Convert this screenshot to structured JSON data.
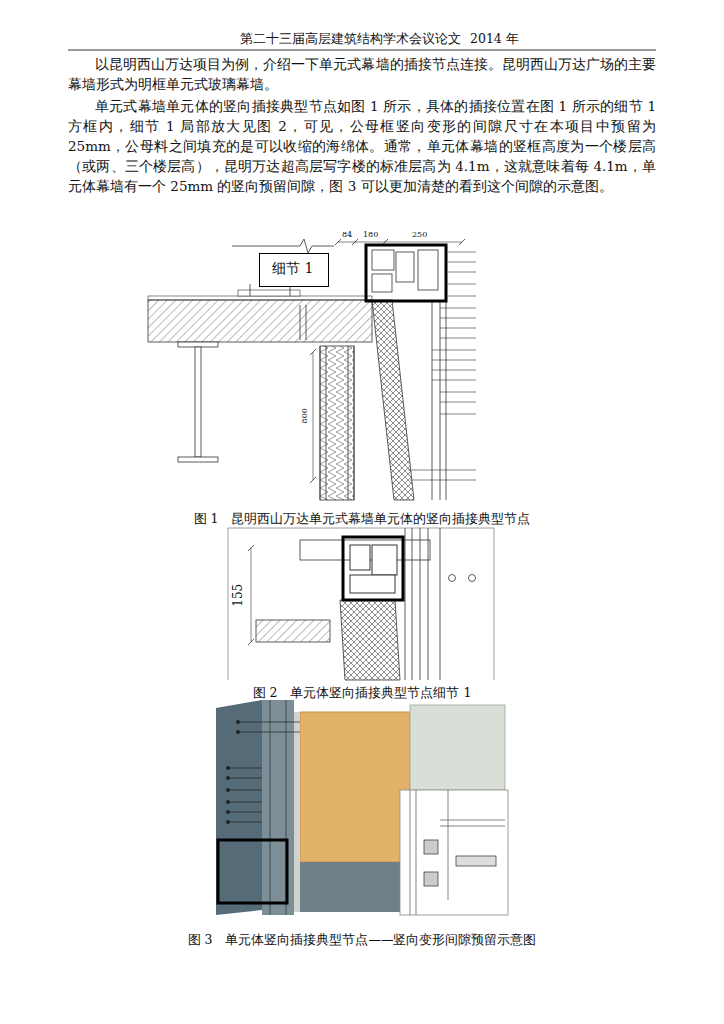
{
  "diagram": {
    "nodes": [
      {
        "text": [
          "细节 1"
        ]
      }
    ],
    "labels": [
      "第二十三届高层建筑结构学术会议论文",
      "2014 年",
      "以昆明西山万达项目为例，介绍一下单元式幕墙的插接节点连接。昆明西山万达广场的主要幕墙形式为明框单元式玻璃幕墙。",
      "单元式幕墙单元体的竖向插接典型节点如图 1 所示，具体的插接位置在图 1 所示的细节 1 方框内，细节 1 局部放大见图 2，可见，公母框竖向变形的间隙尺寸在本项目中预留为 25mm，公母料之间填充的是可以收缩的海绵体。通常，单元体幕墙的竖框高度为一个楼层高（或两、三个楼层高），昆明万达超高层写字楼的标准层高为 4.1m，这就意味着每 4.1m，单元体幕墙有一个 25mm 的竖向预留间隙，图 3 可以更加清楚的看到这个间隙的示意图。",
      "84",
      "180",
      "250",
      "800",
      "图 1　昆明西山万达单元式幕墙单元体的竖向插接典型节点",
      "155",
      "图 2　单元体竖向插接典型节点细节 1",
      "图 3　单元体竖向插接典型节点——竖向变形间隙预留示意图"
    ]
  }
}
